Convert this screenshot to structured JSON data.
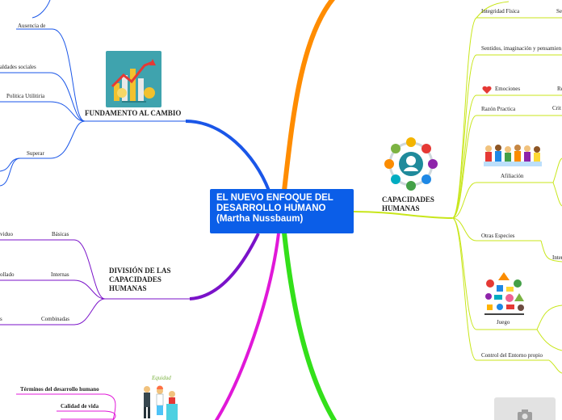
{
  "central": {
    "title": "EL NUEVO ENFOQUE DEL DESARROLLO HUMANO (Martha Nussbaum)"
  },
  "branches": {
    "fundamento": {
      "title": "FUNDAMENTO AL CAMBIO",
      "color": "#1a56e8",
      "children": [
        "Ausencia de",
        "Desigualdades sociales",
        "Politica Utilitiria",
        "Superar"
      ]
    },
    "division": {
      "title": "DIVISIÓN DE LAS CAPACIDADES HUMANAS",
      "color": "#7a12c9",
      "children": [
        {
          "label": "Básicas",
          "cut": "viduo"
        },
        {
          "label": "Internas",
          "cut": "ollado"
        },
        {
          "label": "Combinadas",
          "cut": "s"
        }
      ]
    },
    "capacidades": {
      "title": "CAPACIDADES HUMANAS",
      "color": "#c8e61a",
      "children": [
        {
          "label": "Integridad Física",
          "cut": "Se"
        },
        {
          "label": "Sentidos, imaginación y pensamien",
          "cut": ""
        },
        {
          "label": "Emociones",
          "cut": "Re"
        },
        {
          "label": "Razón Practica",
          "cut": "Crit"
        },
        {
          "label": "Afiliación",
          "cut": ""
        },
        {
          "label": "Otras Especies",
          "cut": "Inter"
        },
        {
          "label": "Juego",
          "cut": ""
        },
        {
          "label": "Control del Entorno propio",
          "cut": ""
        }
      ]
    },
    "igualdad": {
      "color": "#e018d8",
      "image_caption": "Equidad",
      "children": [
        "Términos del desarrollo humano",
        "Calidad de vida"
      ]
    }
  },
  "colors": {
    "orange": "#ff8c00",
    "green": "#33e01a",
    "blue": "#1a56e8",
    "purple": "#7a12c9",
    "lime": "#c8e61a",
    "magenta": "#e018d8",
    "central": "#0b5ee8"
  },
  "icons": [
    "growth-chart-icon",
    "human-capabilities-icon",
    "heart-icon",
    "children-group-icon",
    "play-toys-icon",
    "equity-people-icon",
    "camera-placeholder-icon"
  ]
}
